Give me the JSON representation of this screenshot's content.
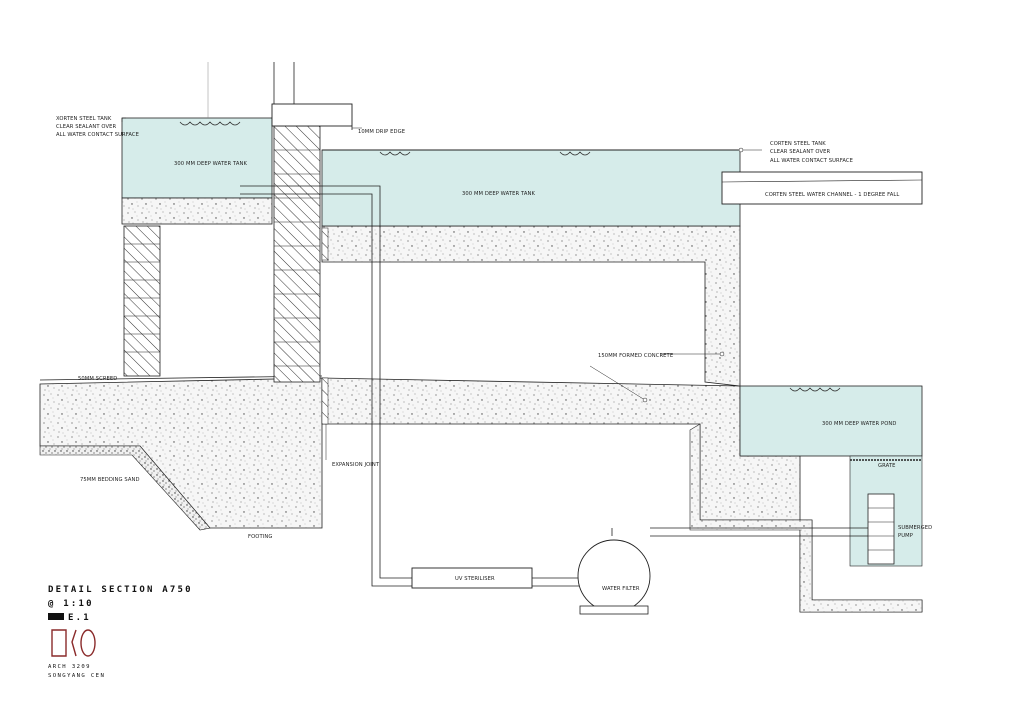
{
  "labels": {
    "tank_left_spec": [
      "XORTEN STEEL TANK",
      "CLEAR SEALANT OVER",
      "ALL WATER CONTACT SURFACE"
    ],
    "tank_left_depth": "300 MM DEEP WATER TANK",
    "drip_edge": "10MM DRIP EDGE",
    "tank_right_spec": [
      "CORTEN STEEL TANK",
      "CLEAR SEALANT OVER",
      "ALL WATER CONTACT SURFACE"
    ],
    "tank_mid_depth": "300 MM DEEP WATER TANK",
    "channel": "CORTEN STEEL WATER CHANNEL - 1 DEGREE FALL",
    "formed_concrete": "150MM FORMED CONCRETE",
    "screed": "50MM SCREED",
    "pond": "300 MM DEEP WATER POND",
    "grate": "GRATE",
    "expansion_joint": "EXPANSION JOINT",
    "bedding_sand": "75MM BEDDING SAND",
    "footing": "FOOTING",
    "submerged_pump": [
      "SUBMERGED",
      "PUMP"
    ],
    "uv_steriliser": "UV STERILISER",
    "water_filter": "WATER FILTER"
  },
  "title_block": {
    "title": "DETAIL SECTION A750",
    "scale": "@ 1:10",
    "sheet": "E.1",
    "course": "ARCH 3209",
    "author": "SONGYANG CEN"
  },
  "colors": {
    "water": "#d6ecea",
    "concrete": "#f4f4f4",
    "line": "#222222",
    "logo": "#8a2a2a"
  }
}
